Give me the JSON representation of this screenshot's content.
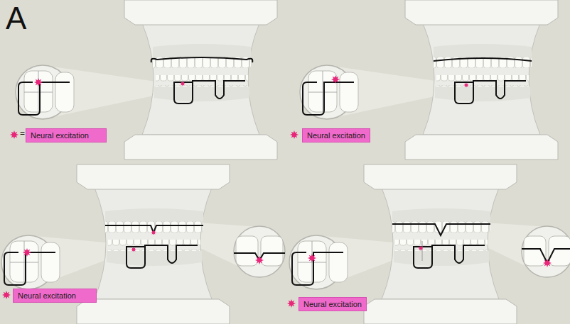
{
  "diagram": {
    "labels": [
      "A",
      "="
    ],
    "legend": [
      {
        "text": "Neural excitation"
      },
      {
        "text": "Neural excitation"
      },
      {
        "text": "Neural excitation"
      },
      {
        "text": "Neural excitation"
      }
    ]
  }
}
